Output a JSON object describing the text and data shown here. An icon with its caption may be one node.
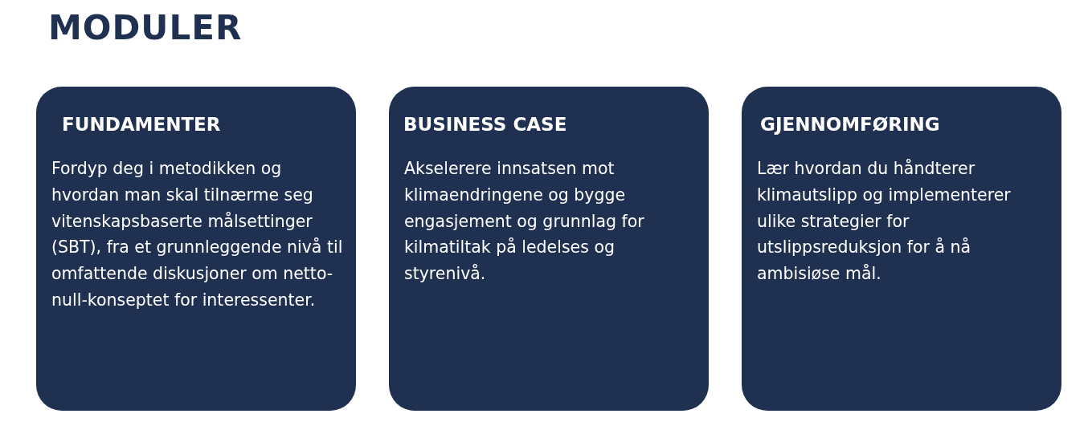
{
  "diagram": {
    "title": "MODULER",
    "nodes": [
      {
        "text": [
          "FUNDAMENTER",
          "Fordyp deg i metodikken og hvordan man skal tilnærme seg vitenskapsbaserte målsettinger (SBT), fra et grunnleggende nivå til omfattende diskusjoner om netto-null-konseptet for interessenter."
        ]
      },
      {
        "text": [
          "BUSINESS CASE",
          "Akselerere innsatsen mot klimaendringene og bygge engasjement og grunnlag for kilmatiltak på ledelses og styrenivå."
        ]
      },
      {
        "text": [
          "GJENNOMFØRING",
          "Lær hvordan du håndterer klimautslipp og implementerer ulike strategier for utslippsreduksjon for å nå ambisiøse mål."
        ]
      }
    ]
  }
}
